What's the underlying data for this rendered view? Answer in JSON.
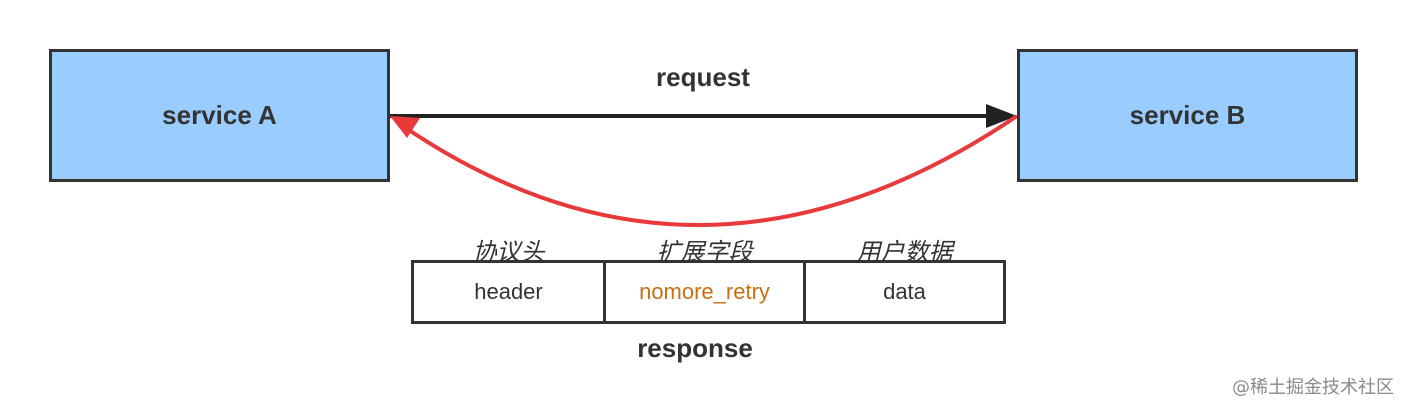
{
  "services": [
    {
      "label": "service A"
    },
    {
      "label": "service B"
    }
  ],
  "request_label": "request",
  "response_label": "response",
  "packet": {
    "segments": [
      {
        "title": "协议头",
        "field": "header",
        "color": "#333333"
      },
      {
        "title": "扩展字段",
        "field": "nomore_retry",
        "color": "#c96f10"
      },
      {
        "title": "用户数据",
        "field": "data",
        "color": "#333333"
      }
    ]
  },
  "colors": {
    "box_fill": "#99ccff",
    "request_arrow": "#222222",
    "response_arrow": "#e83a3a"
  },
  "watermark": "@稀土掘金技术社区"
}
